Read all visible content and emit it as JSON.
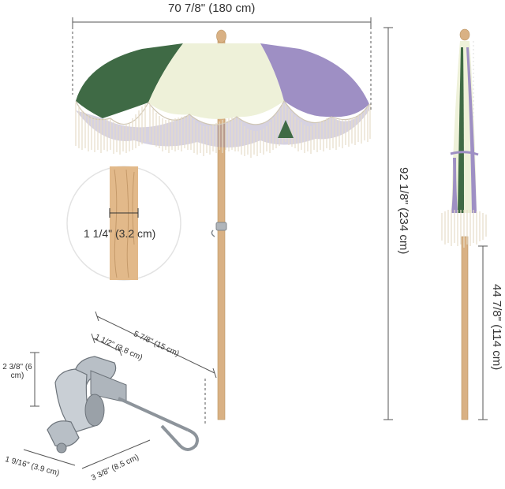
{
  "colors": {
    "green": "#3f6a45",
    "cream": "#eef1d9",
    "purple": "#9e8fc4",
    "fringe": "#e7dcc7",
    "pole": "#d9b184",
    "clamp": "#b8bfc6",
    "dim_line": "#555555"
  },
  "dimensions": {
    "canopy_width": "70 7/8\" (180 cm)",
    "total_height": "92 1/8\" (234 cm)",
    "folded_height": "44 7/8\" (114 cm)",
    "pole_diameter": "1 1/4\" (3.2 cm)",
    "clamp_length": "5 7/8\" (15 cm)",
    "clamp_opening": "1 1/2\" (3.8 cm)",
    "clamp_height": "2 3/8\" (6 cm)",
    "clamp_width": "1 9/16\" (3.9 cm)",
    "clamp_depth": "3 3/8\" (8.5 cm)"
  }
}
